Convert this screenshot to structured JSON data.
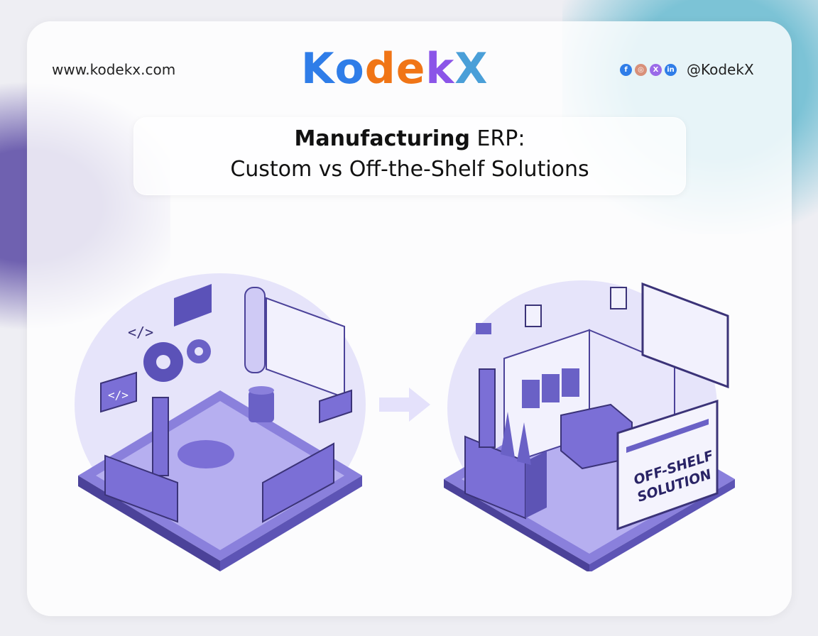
{
  "header": {
    "website": "www.kodekx.com",
    "logo": {
      "letters": [
        "K",
        "o",
        "d",
        "e",
        "k",
        "X"
      ],
      "colors": [
        "#2f7de8",
        "#2f7de8",
        "#f07516",
        "#f07516",
        "#8b55e8",
        "#4a9fd8"
      ]
    },
    "social": {
      "icons": [
        {
          "name": "facebook-icon",
          "glyph": "f",
          "color": "#2f7de8"
        },
        {
          "name": "instagram-icon",
          "glyph": "◎",
          "color": "#d8907a"
        },
        {
          "name": "x-icon",
          "glyph": "X",
          "color": "#9a6ae8"
        },
        {
          "name": "linkedin-icon",
          "glyph": "in",
          "color": "#2f7de8"
        }
      ],
      "handle": "@KodekX"
    }
  },
  "title": {
    "bold": "Manufacturing",
    "rest": " ERP:",
    "subtitle": "Custom vs Off-the-Shelf Solutions"
  },
  "illustration": {
    "left_code_tag": "</>",
    "right_sign": [
      "OFF-SHELF",
      "SOLUTION"
    ],
    "accent": "#7b6fd6",
    "dark": "#3b3378"
  }
}
